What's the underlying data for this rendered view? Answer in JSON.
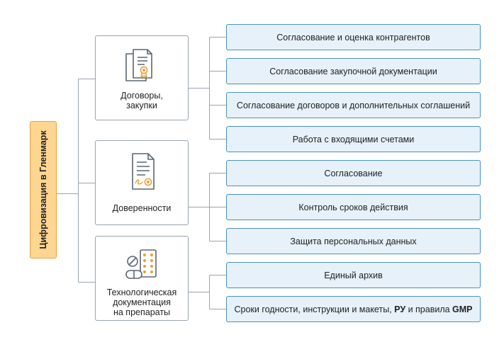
{
  "root": {
    "label": "Цифровизация в Гленмарк",
    "fill": "#fdd691",
    "border": "#e8a33b"
  },
  "colors": {
    "line": "#9aa4ad",
    "leaf_fill": "#e6f1f9",
    "leaf_border": "#4a90c6",
    "icon_accent": "#e8a33b"
  },
  "categories": [
    {
      "label": "Договоры,\nзакупки",
      "icon": "contract-documents-icon",
      "items": [
        {
          "text": "Согласование и оценка контрагентов"
        },
        {
          "text": "Согласование закупочной документации"
        },
        {
          "text": "Согласование договоров и дополнительных соглашений"
        },
        {
          "text": "Работа с входящими счетами"
        }
      ]
    },
    {
      "label": "Доверенности",
      "icon": "signed-certificate-icon",
      "items": [
        {
          "text": "Согласование"
        },
        {
          "text": "Контроль сроков действия"
        },
        {
          "text": "Защита персональных данных"
        }
      ]
    },
    {
      "label": "Технологическая\nдокументация\nна препараты",
      "icon": "pills-blister-icon",
      "items": [
        {
          "text": "Единый архив"
        },
        {
          "text": "Сроки годности, инструкции и макеты, ",
          "bold1": "РУ",
          "mid": " и правила ",
          "bold2": "GMP"
        }
      ]
    }
  ]
}
